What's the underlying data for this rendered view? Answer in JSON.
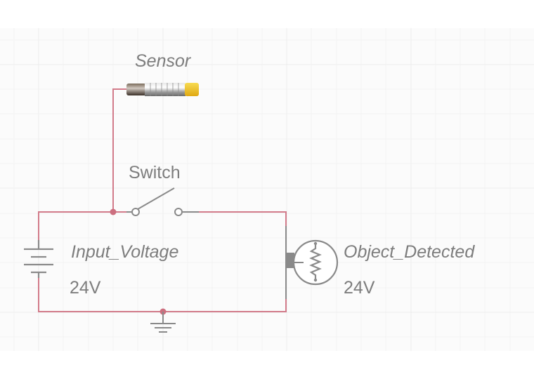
{
  "components": {
    "sensor": {
      "label": "Sensor"
    },
    "switch": {
      "label": "Switch"
    },
    "battery": {
      "label": "Input_Voltage",
      "value": "24V"
    },
    "lamp": {
      "label": "Object_Detected",
      "value": "24V"
    },
    "ground": {
      "label": ""
    }
  },
  "colors": {
    "wire": "#d27b8a",
    "junction": "#cc6f7f",
    "symbol": "#8a8a8a",
    "grid": "#e9e9e9",
    "text": "#7d7d7d",
    "sensor_tip": "#f2c51e"
  }
}
